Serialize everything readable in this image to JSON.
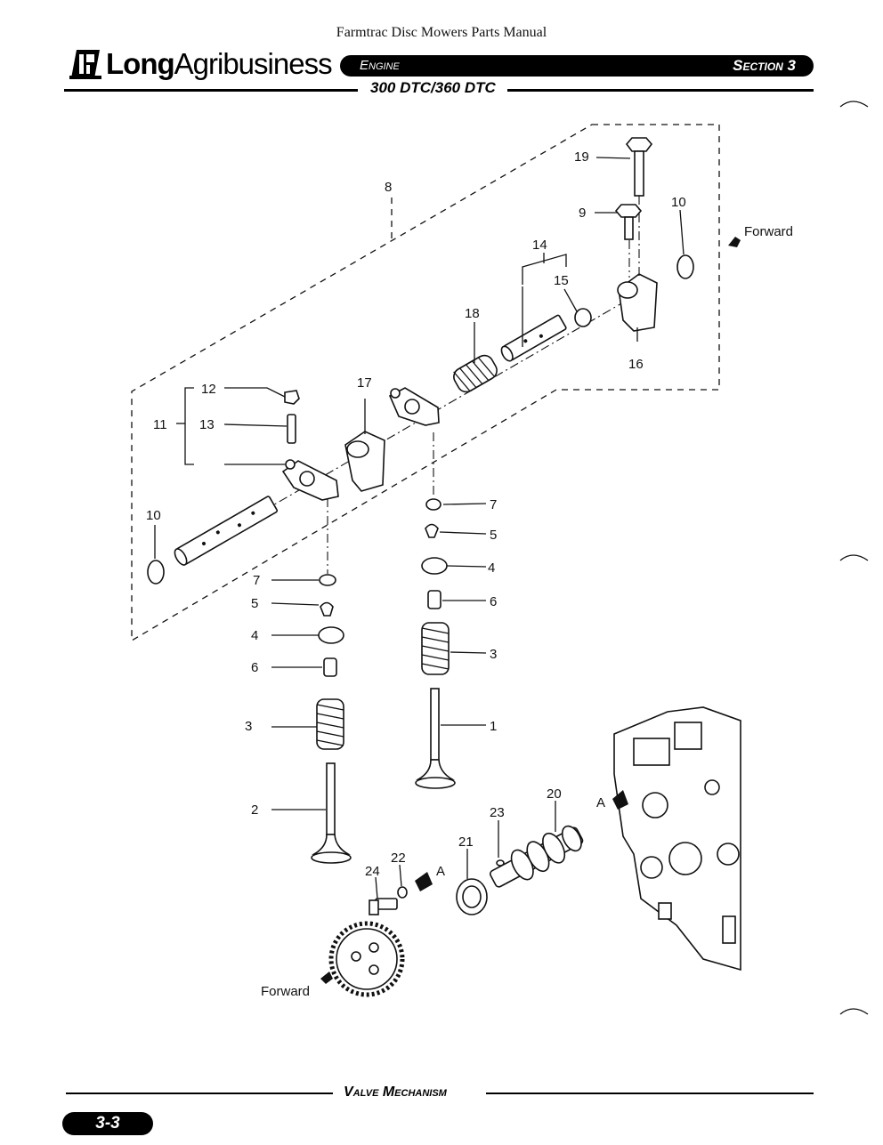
{
  "header": {
    "document_title": "Farmtrac Disc Mowers Parts Manual",
    "logo_text_bold": "Long",
    "logo_text_regular": "Agribusiness",
    "banner_left": "Engine",
    "banner_right": "Section 3",
    "model": "300 DTC/360 DTC"
  },
  "diagram": {
    "labels": [
      "19",
      "8",
      "10",
      "9",
      "Forward",
      "14",
      "15",
      "18",
      "16",
      "12",
      "17",
      "11",
      "13",
      "7",
      "5",
      "4",
      "10",
      "7",
      "5",
      "4",
      "6",
      "6",
      "3",
      "3",
      "1",
      "2",
      "20",
      "A",
      "23",
      "21",
      "22",
      "24",
      "A",
      "Forward"
    ]
  },
  "footer": {
    "section_title": "Valve Mechanism",
    "page_number": "3-3"
  }
}
